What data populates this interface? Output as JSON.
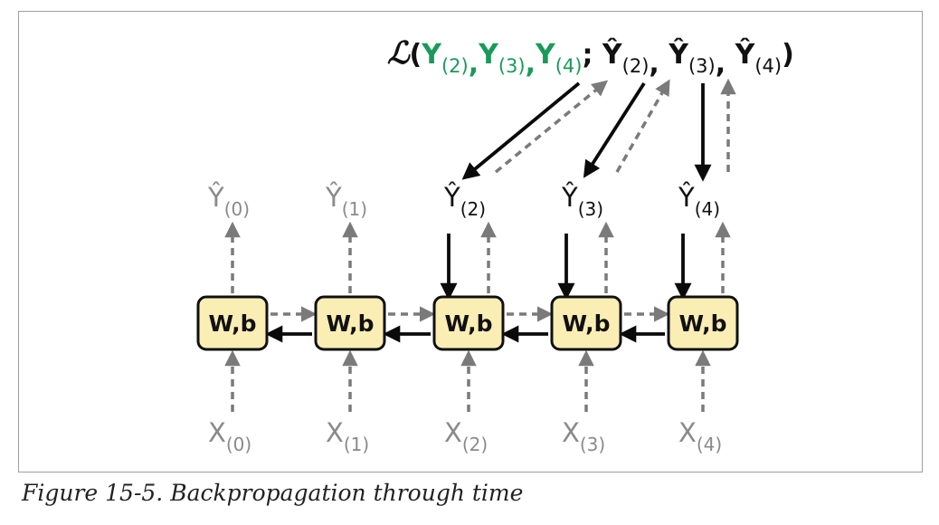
{
  "figure": {
    "caption": "Figure 15-5. Backpropagation through time",
    "cell_label": "W,b",
    "time_steps": [
      "(0)",
      "(1)",
      "(2)",
      "(3)",
      "(4)"
    ],
    "input_symbol": "X",
    "output_symbol": "Ŷ",
    "loss": {
      "script_symbol": "ℒ",
      "open": "(",
      "targets_symbol": "Y",
      "target_steps": [
        "(2)",
        "(3)",
        "(4)"
      ],
      "separator": ";",
      "prediction_symbol": "Ŷ",
      "prediction_steps": [
        "(2)",
        "(3)",
        "(4)"
      ],
      "comma": ",",
      "close": ")"
    },
    "colors": {
      "forward": "#7a7a7a",
      "backward": "#0a0a0a",
      "cell_fill": "#fbeeb4",
      "target": "#1a9a5a",
      "inactive_label": "#8a8a8a",
      "active_label": "#111111"
    }
  }
}
